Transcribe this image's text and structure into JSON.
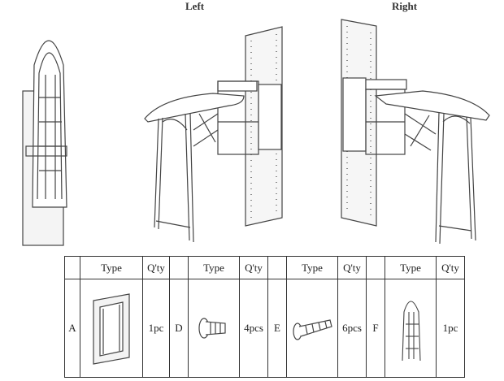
{
  "views": {
    "left_label": "Left",
    "right_label": "Right"
  },
  "table": {
    "type_header": "Type",
    "qty_header": "Q'ty",
    "parts": [
      {
        "letter": "A",
        "qty": "1pc",
        "icon": "wall-frame-icon"
      },
      {
        "letter": "D",
        "qty": "4pcs",
        "icon": "short-screw-icon"
      },
      {
        "letter": "E",
        "qty": "6pcs",
        "icon": "long-screw-icon"
      },
      {
        "letter": "F",
        "qty": "1pc",
        "icon": "folded-ironing-board-icon"
      }
    ]
  }
}
